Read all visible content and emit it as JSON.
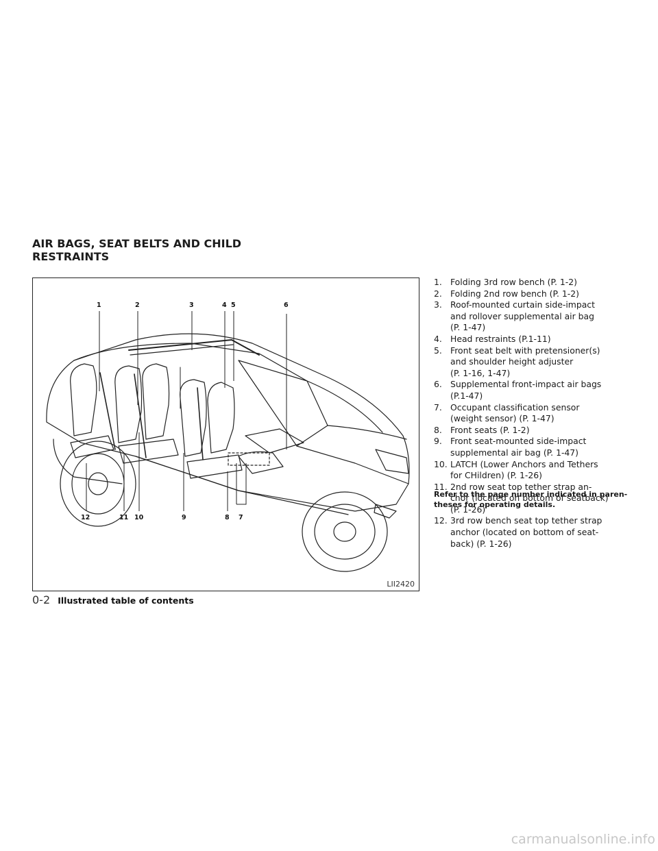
{
  "section": {
    "title_line1": "AIR BAGS, SEAT BELTS AND CHILD",
    "title_line2": "RESTRAINTS"
  },
  "figure": {
    "code": "LII2420",
    "callouts_top": [
      "1",
      "2",
      "3",
      "4",
      "5",
      "6"
    ],
    "callouts_bottom": [
      "12",
      "11",
      "10",
      "9",
      "8",
      "7"
    ]
  },
  "legend": [
    {
      "num": "1.",
      "lines": [
        "Folding 3rd row bench (P. 1-2)"
      ]
    },
    {
      "num": "2.",
      "lines": [
        "Folding 2nd row bench (P. 1-2)"
      ]
    },
    {
      "num": "3.",
      "lines": [
        "Roof-mounted curtain side-impact",
        "and rollover supplemental air bag",
        "(P. 1-47)"
      ]
    },
    {
      "num": "4.",
      "lines": [
        "Head restraints (P.1-11)"
      ]
    },
    {
      "num": "5.",
      "lines": [
        "Front seat belt with pretensioner(s)",
        "and shoulder height adjuster",
        "(P. 1-16, 1-47)"
      ]
    },
    {
      "num": "6.",
      "lines": [
        "Supplemental front-impact air bags",
        "(P.1-47)"
      ]
    },
    {
      "num": "7.",
      "lines": [
        "Occupant classification sensor",
        "(weight sensor) (P. 1-47)"
      ]
    },
    {
      "num": "8.",
      "lines": [
        "Front seats (P. 1-2)"
      ]
    },
    {
      "num": "9.",
      "lines": [
        "Front seat-mounted side-impact",
        "supplemental air bag (P. 1-47)"
      ]
    },
    {
      "num": "10.",
      "lines": [
        "LATCH (Lower Anchors and Tethers",
        "for CHildren) (P. 1-26)"
      ]
    },
    {
      "num": "11.",
      "lines": [
        "2nd row seat top tether strap an-",
        "chor (located on bottom of seatback)",
        "(P. 1-26)"
      ]
    },
    {
      "num": "12.",
      "lines": [
        "3rd row bench seat top tether strap",
        "anchor (located on bottom of seat-",
        "back) (P. 1-26)"
      ]
    }
  ],
  "note": "Refer to the page number indicated in paren-theses for operating details.",
  "note_lines": [
    "Refer to the page number indicated in paren-",
    "theses for operating details."
  ],
  "footer": {
    "page": "0-2",
    "chapter": "Illustrated table of contents"
  },
  "watermark": "carmanualsonline.info"
}
